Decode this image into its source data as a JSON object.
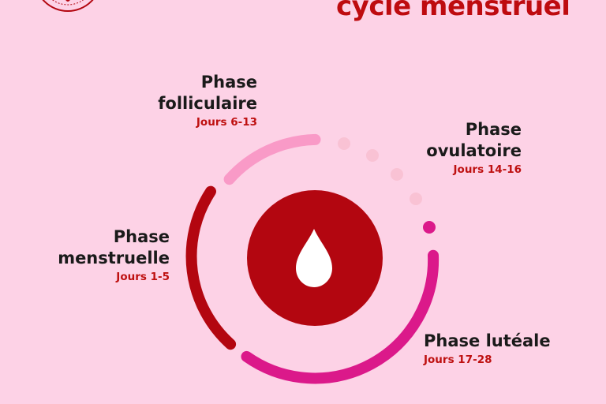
{
  "title": "cycle menstruel",
  "phases": {
    "folliculaire": {
      "line1": "Phase",
      "line2": "folliculaire",
      "days": "Jours 6-13"
    },
    "ovulatoire": {
      "line1": "Phase",
      "line2": "ovulatoire",
      "days": "Jours 14-16"
    },
    "menstruelle": {
      "line1": "Phase",
      "line2": "menstruelle",
      "days": "Jours 1-5"
    },
    "luteale": {
      "line1": "Phase lutéale",
      "days": "Jours 17-28"
    }
  },
  "icons": {
    "center": "blood-drop-icon",
    "logo": "seal-logo"
  },
  "colors": {
    "background": "#fdd2e6",
    "menstrual": "#b30610",
    "follicular": "#f99ac7",
    "ovulation_dots": "#f9c2d4",
    "luteal": "#db198a",
    "title": "#be0b0f"
  }
}
